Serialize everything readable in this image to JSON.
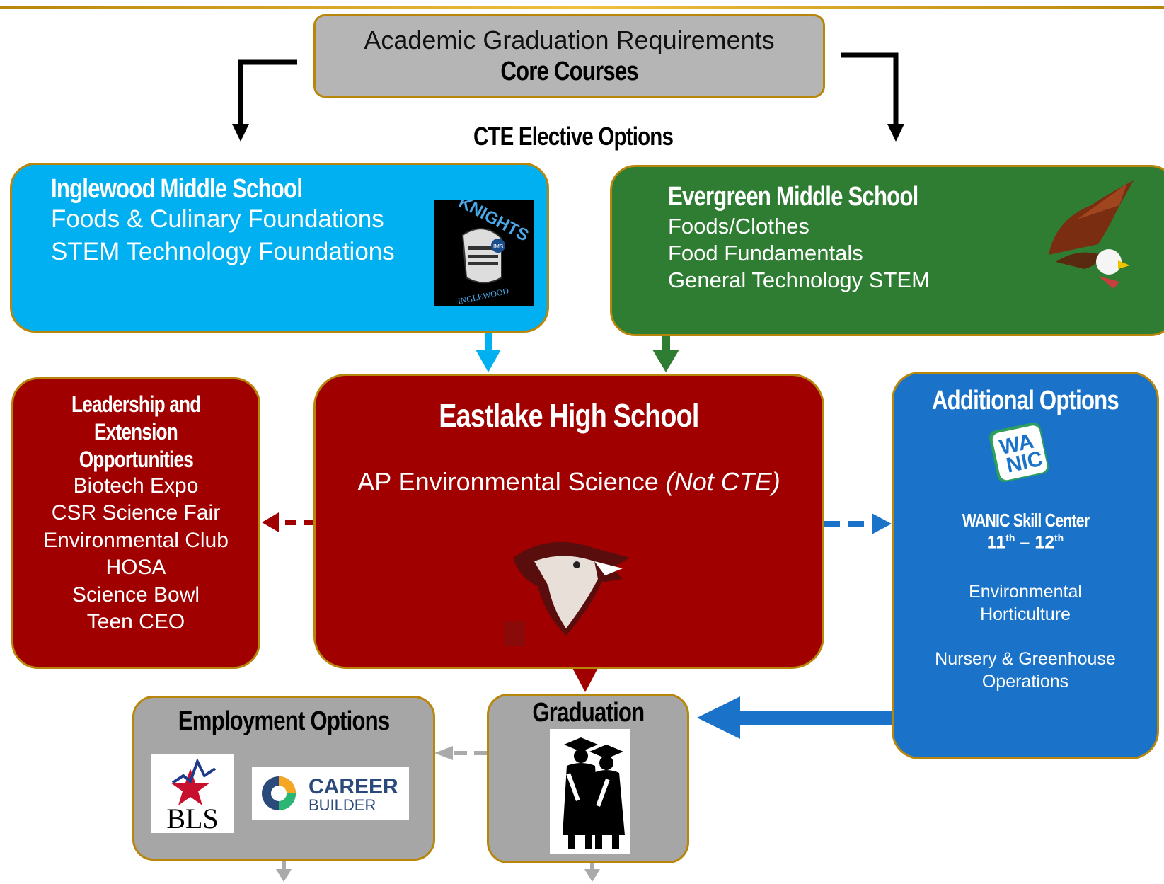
{
  "header": {
    "title_line1": "Academic Graduation Requirements",
    "title_line2": "Core Courses",
    "subtitle": "CTE Elective Options"
  },
  "inglewood": {
    "name": "Inglewood Middle School",
    "courses": [
      "Foods & Culinary Foundations",
      "STEM Technology Foundations"
    ],
    "logo_text": "KNIGHTS",
    "logo_subtext": "INGLEWOOD",
    "logo_badge": "IMS",
    "color": "#00b0f0"
  },
  "evergreen": {
    "name": "Evergreen Middle School",
    "courses": [
      "Foods/Clothes",
      "Food Fundamentals",
      "General Technology STEM"
    ],
    "color": "#2e7d32"
  },
  "leadership": {
    "title_lines": [
      "Leadership and",
      "Extension",
      "Opportunities"
    ],
    "items": [
      "Biotech Expo",
      "CSR Science Fair",
      "Environmental Club",
      "HOSA",
      "Science Bowl",
      "Teen CEO"
    ],
    "color": "#a00000"
  },
  "eastlake": {
    "name": "Eastlake High School",
    "course": "AP Environmental Science",
    "course_note": "(Not CTE)",
    "color": "#a00000"
  },
  "additional": {
    "title": "Additional Options",
    "logo_line1": "WA",
    "logo_line2": "NIC",
    "center_name": "WANIC Skill Center",
    "grade_start": "11",
    "grade_start_sup": "th",
    "grade_sep": " – ",
    "grade_end": "12",
    "grade_end_sup": "th",
    "programs": [
      "Environmental",
      "Horticulture",
      "Nursery & Greenhouse",
      "Operations"
    ],
    "color": "#1a73c8"
  },
  "employment": {
    "title": "Employment Options",
    "bls_text": "BLS",
    "career_line1": "CAREER",
    "career_line2": "BUILDER"
  },
  "graduation": {
    "title": "Graduation"
  }
}
